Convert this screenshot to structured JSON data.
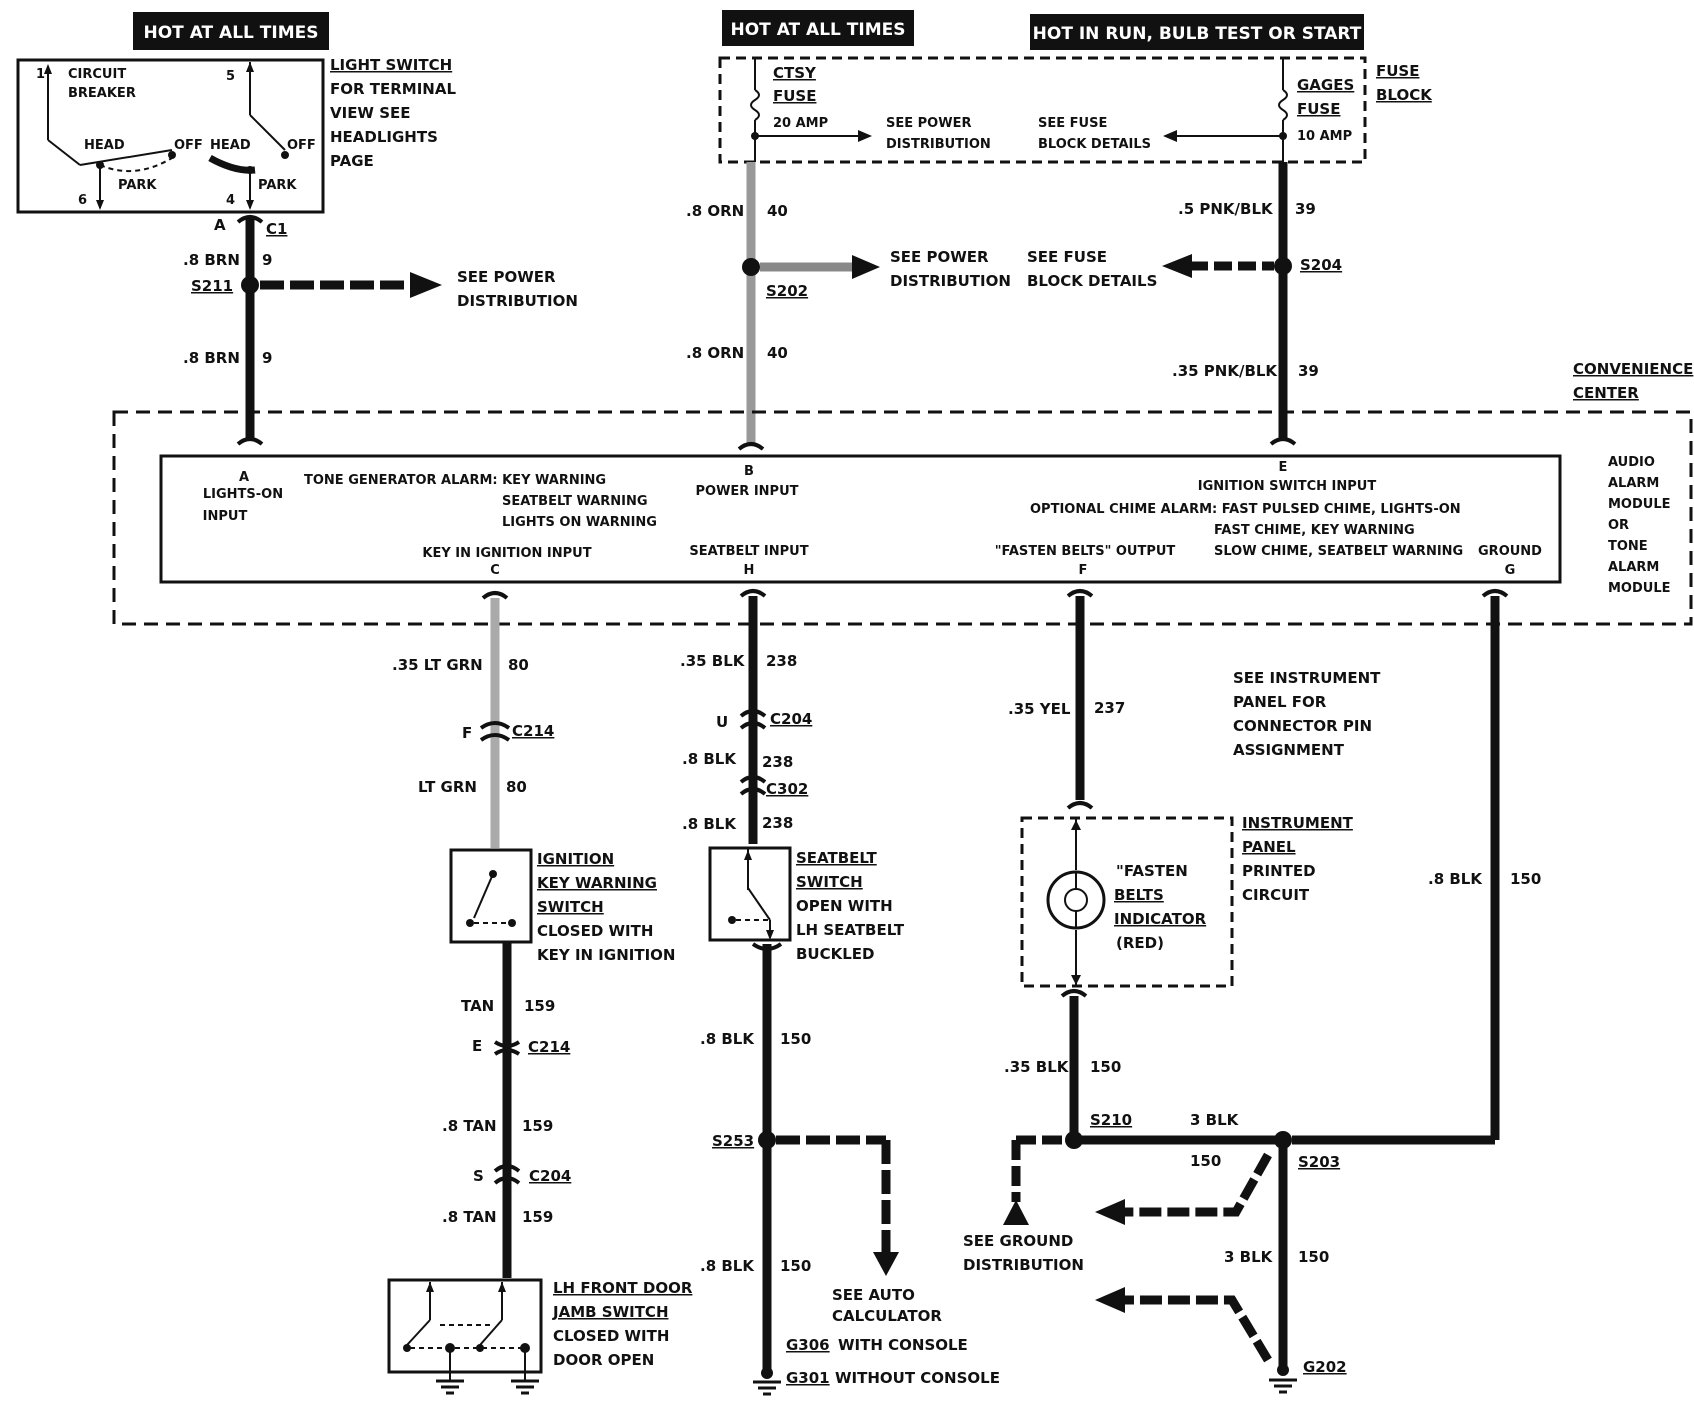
{
  "headers": {
    "hot_left": "HOT AT ALL TIMES",
    "hot_mid": "HOT AT ALL TIMES",
    "hot_run": "HOT IN RUN,  BULB TEST OR START"
  },
  "light_switch": {
    "lines": [
      "LIGHT SWITCH",
      "FOR TERMINAL",
      "VIEW SEE",
      "HEADLIGHTS",
      "PAGE"
    ],
    "circuit_breaker": [
      "CIRCUIT",
      "BREAKER"
    ],
    "head1": "HEAD",
    "off1": "OFF",
    "head2": "HEAD",
    "off2": "OFF",
    "park1": "PARK",
    "park2": "PARK",
    "pin1": "1",
    "pin5": "5",
    "pin6": "6",
    "pin4": "4"
  },
  "fuse_block": {
    "label": [
      "FUSE",
      "BLOCK"
    ],
    "ctsy": [
      "CTSY",
      "FUSE",
      "20 AMP"
    ],
    "gages": [
      "GAGES",
      "FUSE",
      "10 AMP"
    ],
    "see_power": [
      "SEE POWER",
      "DISTRIBUTION"
    ],
    "see_fuse": [
      "SEE FUSE",
      "BLOCK DETAILS"
    ]
  },
  "wires": {
    "brn_a": "A",
    "c1": "C1",
    "brn1": ".8 BRN",
    "brn1_num": "9",
    "s211": "S211",
    "see_power_2": [
      "SEE POWER",
      "DISTRIBUTION"
    ],
    "brn2": ".8 BRN",
    "brn2_num": "9",
    "orn1": ".8 ORN",
    "orn1_num": "40",
    "s202": "S202",
    "see_power_3": [
      "SEE POWER",
      "DISTRIBUTION"
    ],
    "see_fuse_2": [
      "SEE FUSE",
      "BLOCK DETAILS"
    ],
    "orn2": ".8 ORN",
    "orn2_num": "40",
    "pnk1": ".5 PNK/BLK",
    "pnk1_num": "39",
    "s204": "S204",
    "pnk2": ".35 PNK/BLK",
    "pnk2_num": "39",
    "ltgrn1": ".35 LT GRN",
    "ltgrn1_num": "80",
    "c214_f_pin": "F",
    "c214_f": "C214",
    "ltgrn2": "LT GRN",
    "ltgrn2_num": "80",
    "blk238_1": ".35 BLK",
    "blk238_1_num": "238",
    "c204_u_pin": "U",
    "c204_u": "C204",
    "blk238_2": ".8 BLK",
    "blk238_2_num": "238",
    "c302": "C302",
    "blk238_3": ".8 BLK",
    "blk238_3_num": "238",
    "yel": ".35 YEL",
    "yel_num": "237",
    "tan1": "TAN",
    "tan1_num": "159",
    "c214_e_pin": "E",
    "c214_e": "C214",
    "tan2": ".8 TAN",
    "tan2_num": "159",
    "c204_s_pin": "S",
    "c204_s": "C204",
    "tan3": ".8 TAN",
    "tan3_num": "159",
    "blk150_1": ".8 BLK",
    "blk150_1_num": "150",
    "s253": "S253",
    "blk150_2": ".8 BLK",
    "blk150_2_num": "150",
    "blk150_3": ".35 BLK",
    "blk150_3_num": "150",
    "s210": "S210",
    "blk3a": "3 BLK",
    "blk3a_num": "150",
    "s203": "S203",
    "blk3b": "3 BLK",
    "blk3b_num": "150",
    "blk150_4": ".8 BLK",
    "blk150_4_num": "150"
  },
  "module": {
    "convenience": [
      "CONVENIENCE",
      "CENTER"
    ],
    "audio": [
      "AUDIO",
      "ALARM",
      "MODULE",
      "OR",
      "TONE",
      "ALARM",
      "MODULE"
    ],
    "pin_a": "A",
    "lights_on": [
      "LIGHTS-ON",
      "INPUT"
    ],
    "tone_gen": "TONE GENERATOR ALARM: KEY WARNING",
    "seatbelt_warn": "SEATBELT WARNING",
    "lights_on_warn": "LIGHTS ON WARNING",
    "pin_b": "B",
    "power_input": "POWER INPUT",
    "pin_e": "E",
    "ign_switch": "IGNITION SWITCH INPUT",
    "optional_chime": "OPTIONAL CHIME ALARM: FAST PULSED CHIME, LIGHTS-ON",
    "fast_chime": "FAST CHIME, KEY WARNING",
    "slow_chime": "SLOW CHIME, SEATBELT WARNING",
    "key_in": "KEY IN IGNITION INPUT",
    "pin_c": "C",
    "seatbelt_in": "SEATBELT INPUT",
    "pin_h": "H",
    "fasten_out": "\"FASTEN BELTS\" OUTPUT",
    "pin_f": "F",
    "ground": "GROUND",
    "pin_g": "G"
  },
  "components": {
    "see_ip": [
      "SEE INSTRUMENT",
      "PANEL FOR",
      "CONNECTOR PIN",
      "ASSIGNMENT"
    ],
    "ip_circuit": [
      "INSTRUMENT",
      "PANEL",
      "PRINTED",
      "CIRCUIT"
    ],
    "fasten_ind": [
      "\"FASTEN",
      "BELTS",
      "INDICATOR",
      "(RED)"
    ],
    "ign_key": [
      "IGNITION",
      "KEY WARNING",
      "SWITCH",
      "CLOSED WITH",
      "KEY IN IGNITION"
    ],
    "seatbelt_sw": [
      "SEATBELT",
      "SWITCH",
      "OPEN WITH",
      "LH SEATBELT",
      "BUCKLED"
    ],
    "door_jamb": [
      "LH FRONT DOOR",
      "JAMB SWITCH",
      "CLOSED WITH",
      "DOOR OPEN"
    ],
    "see_auto": [
      "SEE AUTO",
      "CALCULATOR"
    ],
    "see_ground": [
      "SEE GROUND",
      "DISTRIBUTION"
    ],
    "g306": "G306",
    "with_console": "WITH CONSOLE",
    "g301": "G301",
    "without_console": "WITHOUT CONSOLE",
    "g202": "G202"
  }
}
